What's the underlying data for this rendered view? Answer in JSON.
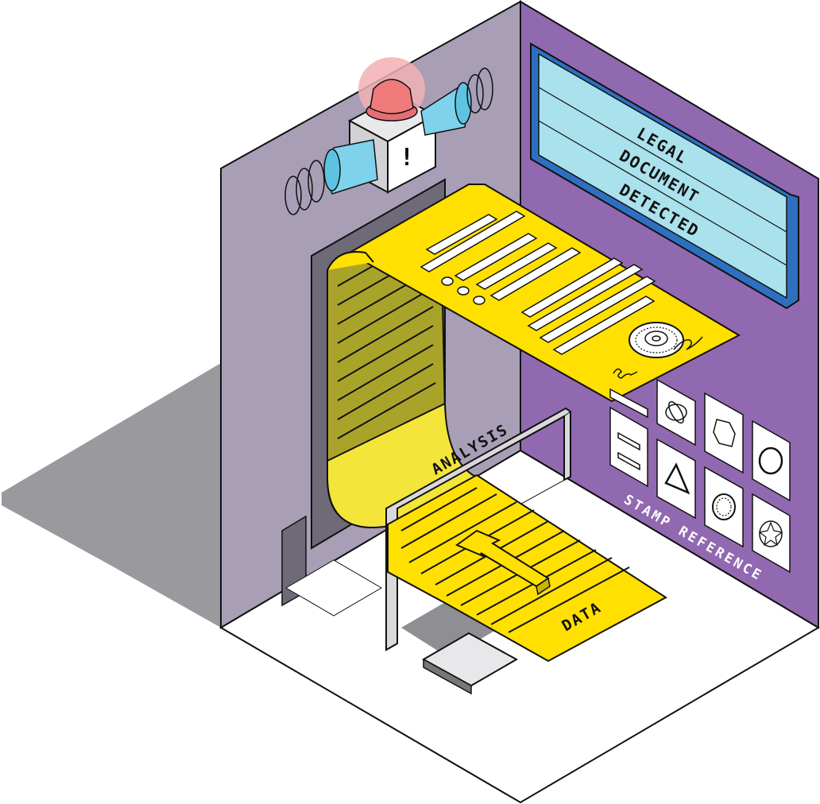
{
  "scene": {
    "sign": {
      "lines": [
        "LEGAL",
        "DOCUMENT",
        "DETECTED"
      ]
    },
    "alarm": {
      "symbol": "!"
    },
    "labels": {
      "analysis": "ANALYSIS",
      "data": "DATA",
      "stamp_reference": "STAMP REFERENCE"
    },
    "stamp_cards": [
      "bars-icon",
      "orbit-icon",
      "octagon-icon",
      "circle-icon",
      "bars-icon",
      "triangle-icon",
      "ring-icon",
      "star-icon"
    ],
    "colors": {
      "left_wall": "#a89eb6",
      "right_wall": "#9169b1",
      "paper": "#ffe000",
      "paper_shadow": "#aaa32a",
      "sign_screen": "#a9e1ec",
      "sign_frame": "#2e6fc0",
      "siren": "#f07a7a",
      "speaker": "#7fd2ec",
      "floor_shadow": "#9a9a9e"
    }
  }
}
